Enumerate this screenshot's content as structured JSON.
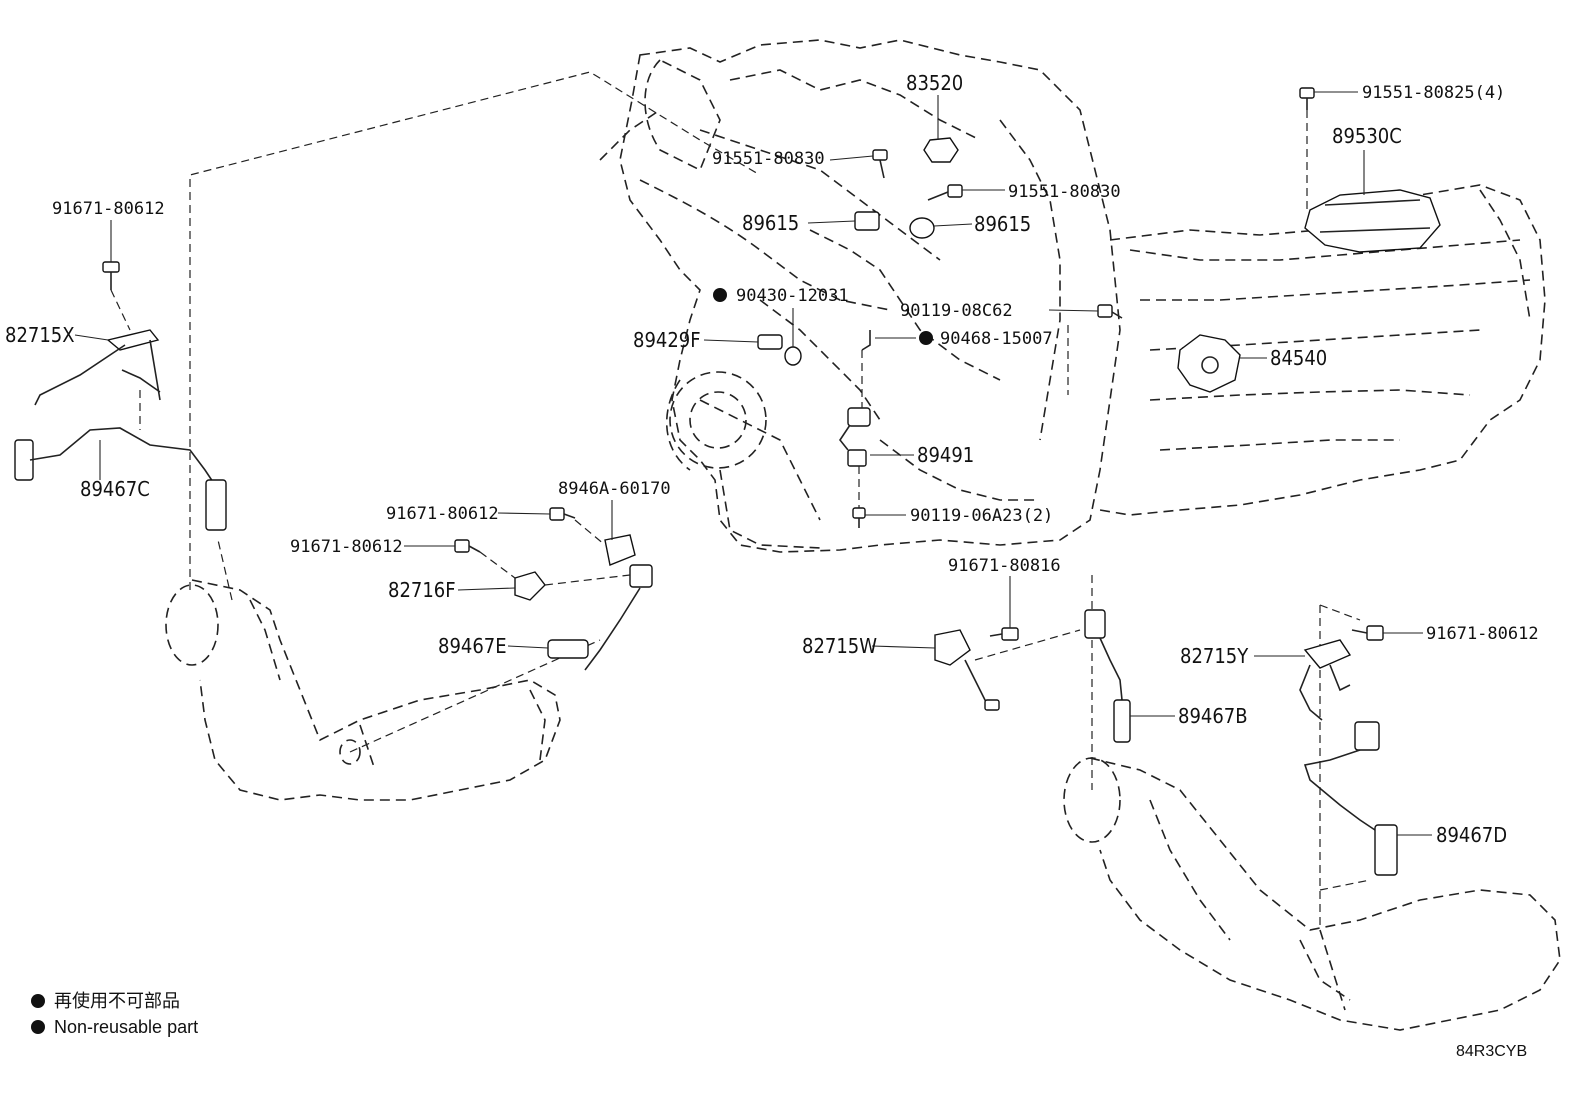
{
  "labels": {
    "p91671_80612_a": "91671-80612",
    "p82715X": "82715X",
    "p89467C": "89467C",
    "p91551_80830_a": "91551-80830",
    "p83520": "83520",
    "p91551_80830_b": "91551-80830",
    "p89615_a": "89615",
    "p89615_b": "89615",
    "p90430_12031": "90430-12031",
    "p90119_08C62": "90119-08C62",
    "p89429F": "89429F",
    "p90468_15007": "90468-15007",
    "p91551_80825": "91551-80825(4)",
    "p89530C": "89530C",
    "p84540": "84540",
    "p89491": "89491",
    "p8946A_60170": "8946A-60170",
    "p91671_80612_b": "91671-80612",
    "p91671_80612_c": "91671-80612",
    "p90119_06A23": "90119-06A23(2)",
    "p82716F": "82716F",
    "p89467E": "89467E",
    "p91671_80816": "91671-80816",
    "p82715W": "82715W",
    "p91671_80612_d": "91671-80612",
    "p82715Y": "82715Y",
    "p89467B": "89467B",
    "p89467D": "89467D"
  },
  "legend": {
    "line1": "再使用不可部品",
    "line2": "Non-reusable part"
  },
  "diagram_code": "84R3CYB"
}
